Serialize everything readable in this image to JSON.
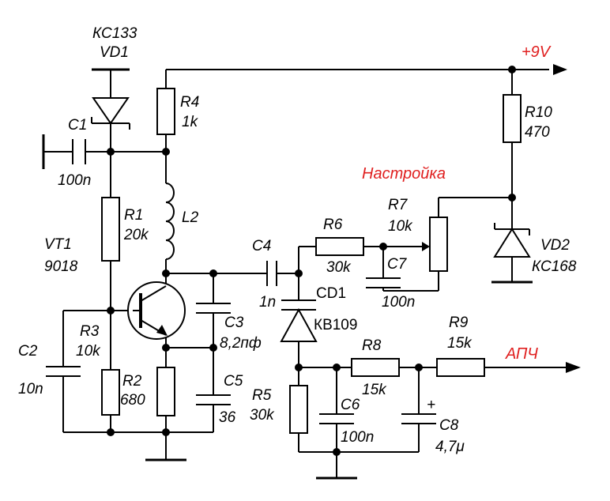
{
  "labels": {
    "vd1_type": "КС133",
    "vd1_ref": "VD1",
    "c1_ref": "C1",
    "c1_val": "100n",
    "r4_ref": "R4",
    "r4_val": "1k",
    "power": "+9V",
    "r10_ref": "R10",
    "r10_val": "470",
    "tuning": "Настройка",
    "r1_ref": "R1",
    "r1_val": "20k",
    "l2_ref": "L2",
    "vt1_ref": "VT1",
    "vt1_type": "9018",
    "c4_ref": "C4",
    "c4_val": "1n",
    "r6_ref": "R6",
    "r6_val": "30k",
    "r7_ref": "R7",
    "r7_val": "10k",
    "c7_ref": "C7",
    "c7_val": "100n",
    "vd2_ref": "VD2",
    "vd2_type": "КС168",
    "cd1_ref": "CD1",
    "cd1_type": "КВ109",
    "c3_ref": "C3",
    "c3_val": "8,2пф",
    "r3_ref": "R3",
    "r3_val": "10k",
    "c2_ref": "C2",
    "c2_val": "10n",
    "r2_ref": "R2",
    "r2_val": "680",
    "c5_ref": "C5",
    "c5_val": "36",
    "r8_ref": "R8",
    "r8_val": "15k",
    "r9_ref": "R9",
    "r9_val": "15k",
    "afc": "АПЧ",
    "r5_ref": "R5",
    "r5_val": "30k",
    "c6_ref": "C6",
    "c6_val": "100n",
    "c8_plus": "+",
    "c8_ref": "C8",
    "c8_val": "4,7μ"
  },
  "colors": {
    "wire": "#000000",
    "highlight_label": "#e02020"
  }
}
